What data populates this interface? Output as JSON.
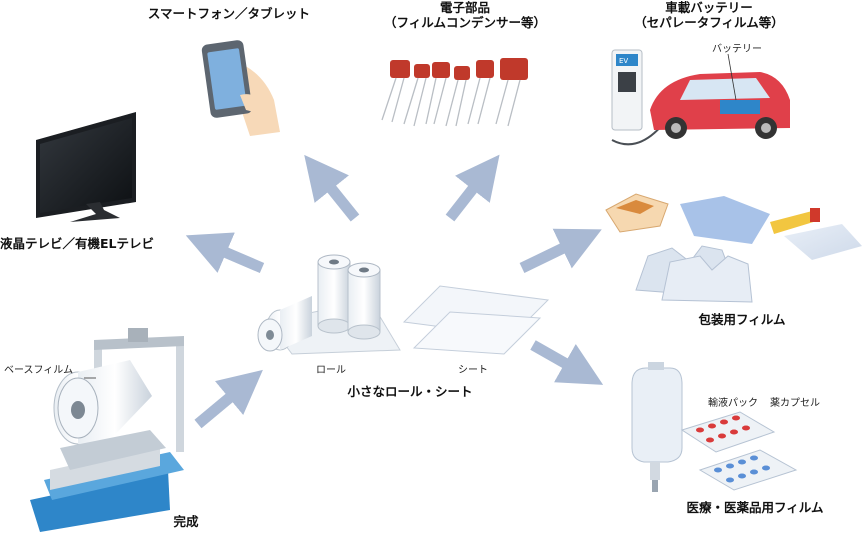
{
  "center": {
    "title": "小さなロール・シート",
    "roll_label": "ロール",
    "sheet_label": "シート"
  },
  "machine": {
    "label": "完成",
    "film_label": "ベースフィルム"
  },
  "applications": {
    "smartphone": "スマートフォン／タブレット",
    "electronic_line1": "電子部品",
    "electronic_line2": "（フィルムコンデンサー等）",
    "battery_line1": "車載バッテリー",
    "battery_line2": "（セパレータフィルム等）",
    "battery_callout": "バッテリー",
    "tv": "液晶テレビ／有機ELテレビ",
    "packaging": "包装用フィルム",
    "medical": "医療・医薬品用フィルム",
    "infusion_bag": "輸液パック",
    "blister_pack": "薬カプセル"
  },
  "colors": {
    "arrow": "#a9b9d3",
    "machine_blue": "#2e86c9",
    "car_red": "#e0404a",
    "capacitor": "#c0392b"
  }
}
